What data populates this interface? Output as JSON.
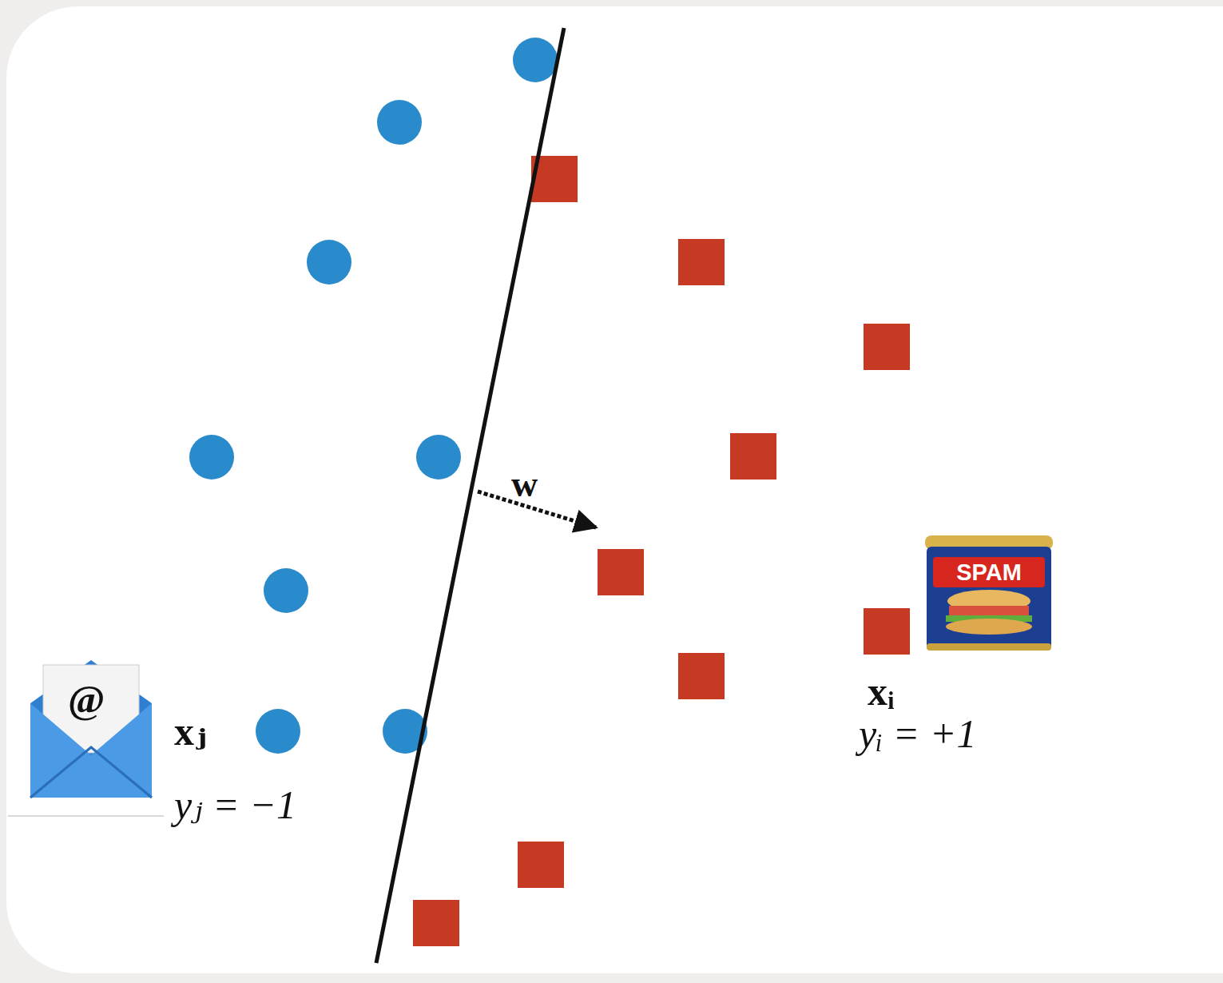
{
  "diagram": {
    "labels": [
      "w",
      "@",
      "xⱼ",
      "yⱼ = −1",
      "SPAM",
      "xᵢ",
      "yᵢ = +1"
    ]
  }
}
